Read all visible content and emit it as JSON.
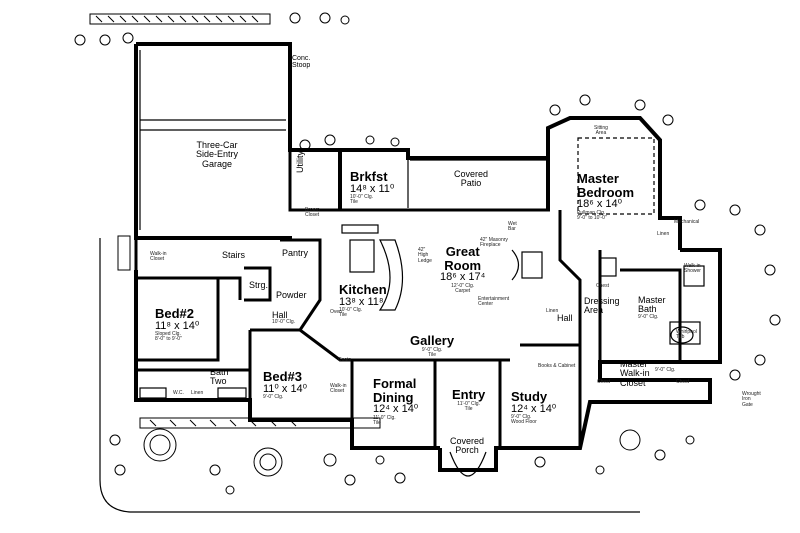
{
  "garage": {
    "line1": "Three-Car",
    "line2": "Side-Entry",
    "line3": "Garage"
  },
  "conc_stoop": {
    "line1": "Conc.",
    "line2": "Stoop"
  },
  "utility": "Utility",
  "brkfst": {
    "name": "Brkfst",
    "dim": "14⁸ x 11⁰",
    "note1": "10'-0\" Clg.",
    "note2": "Tile"
  },
  "broom_closet": {
    "line1": "Broom",
    "line2": "Closet"
  },
  "covered_patio": {
    "line1": "Covered",
    "line2": "Patio"
  },
  "walkin_closet_left": {
    "line1": "Walk-in",
    "line2": "Closet"
  },
  "stairs": "Stairs",
  "pantry": "Pantry",
  "strg": "Strg.",
  "powder": "Powder",
  "kitchen": {
    "name": "Kitchen",
    "dim": "13⁸ x 11⁸",
    "note1": "10'-0\" Clg.",
    "note2": "Tile"
  },
  "high_ledge": {
    "line1": "42\"",
    "line2": "High",
    "line3": "Ledge"
  },
  "oven": "Oven",
  "great_room": {
    "name1": "Great",
    "name2": "Room",
    "dim": "18⁶ x 17⁴",
    "note1": "12'-0\" Clg.",
    "note2": "Carpet"
  },
  "wet_bar": {
    "line1": "Wet",
    "line2": "Bar"
  },
  "masonry_fireplace": {
    "line1": "42\" Masonry",
    "line2": "Fireplace"
  },
  "entertainment_center": {
    "line1": "Entertainment",
    "line2": "Center"
  },
  "master_bedroom": {
    "name1": "Master",
    "name2": "Bedroom",
    "dim": "18⁶ x 14⁰",
    "note1": "Pullman Clg.",
    "note2": "9'-0\" to 10'-0\""
  },
  "sitting_area": {
    "line1": "Sitting",
    "line2": "Area"
  },
  "linen_right": "Linen",
  "mechanical": "Mechanical",
  "bed2": {
    "name": "Bed#2",
    "dim": "11⁸ x 14⁰",
    "note1": "Sloped Clg.",
    "note2": "8'-0\" to 9'-0\""
  },
  "hall_left": {
    "name": "Hall",
    "note": "10'-0\" Clg."
  },
  "gallery": {
    "name": "Gallery",
    "note1": "9'-0\" Clg.",
    "note2": "Tile"
  },
  "linen_mid": "Linen",
  "hall_right": "Hall",
  "chest1": "Chest",
  "dressing": {
    "line1": "Dressing",
    "line2": "Area"
  },
  "master_bath": {
    "name1": "Master",
    "name2": "Bath",
    "note": "9'-0\" Clg."
  },
  "walkin_shower": {
    "line1": "Walk-in",
    "line2": "Shower"
  },
  "whirlpool_tub": {
    "line1": "Whirlpool",
    "line2": "Tub"
  },
  "bath_two": {
    "line1": "Bath",
    "line2": "Two"
  },
  "linen_bath": "Linen",
  "wc": "W.C.",
  "bed3": {
    "name": "Bed#3",
    "dim": "11⁰ x 14⁰",
    "note": "9'-0\" Clg."
  },
  "walkin_closet_bed3": {
    "line1": "Walk-in",
    "line2": "Closet"
  },
  "coats": "Coats",
  "formal_dining": {
    "name1": "Formal",
    "name2": "Dining",
    "dim": "12⁴ x 14⁰",
    "note1": "11'-0\" Clg.",
    "note2": "Tile"
  },
  "entry": {
    "name": "Entry",
    "note1": "11'-0\" Clg.",
    "note2": "Tile"
  },
  "books_cabinet": "Books & Cabinet",
  "study": {
    "name": "Study",
    "dim": "12⁴ x 14⁰",
    "note1": "9'-0\" Clg.",
    "note2": "Wood Floor"
  },
  "master_walkin": {
    "line1": "Master",
    "line2": "Walk-in",
    "line3": "Closet",
    "note": "9'-0\" Clg."
  },
  "chest2": "Chest",
  "chest3": "Chest",
  "covered_porch": {
    "line1": "Covered",
    "line2": "Porch"
  },
  "wrought_iron_gate": {
    "line1": "Wrought",
    "line2": "Iron",
    "line3": "Gate"
  }
}
